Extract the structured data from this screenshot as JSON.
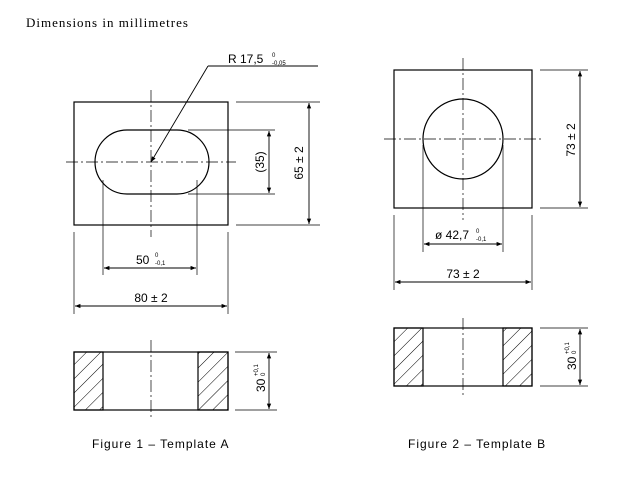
{
  "header": {
    "note": "Dimensions in millimetres"
  },
  "figure_a": {
    "caption": "Figure 1 – Template A",
    "radius": "R 17,5",
    "radius_tol_upper": "0",
    "radius_tol_lower": "-0,05",
    "slot_height": "(35)",
    "overall_height": "65 ± 2",
    "slot_length": "50",
    "slot_length_tol_upper": "0",
    "slot_length_tol_lower": "-0,1",
    "overall_width": "80 ± 2",
    "thickness": "30",
    "thickness_tol_upper": "+0,1",
    "thickness_tol_lower": "0"
  },
  "figure_b": {
    "caption": "Figure 2 – Template B",
    "hole_diameter": "ø 42,7",
    "hole_tol_upper": "0",
    "hole_tol_lower": "-0,1",
    "overall_width": "73 ± 2",
    "overall_height": "73 ± 2",
    "thickness": "30",
    "thickness_tol_upper": "+0,1",
    "thickness_tol_lower": "0"
  }
}
